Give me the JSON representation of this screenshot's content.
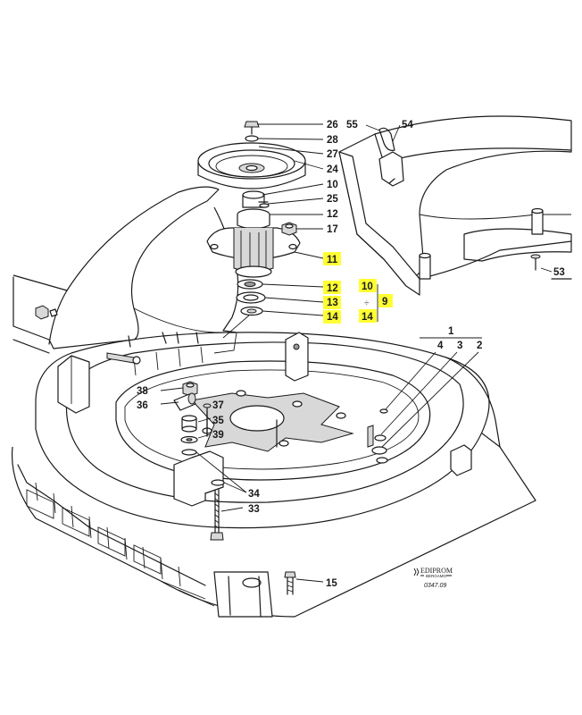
{
  "callouts": [
    {
      "id": "c26",
      "text": "26",
      "highlight": false
    },
    {
      "id": "c55",
      "text": "55",
      "highlight": false
    },
    {
      "id": "c54",
      "text": "54",
      "highlight": false
    },
    {
      "id": "c28",
      "text": "28",
      "highlight": false
    },
    {
      "id": "c27",
      "text": "27",
      "highlight": false
    },
    {
      "id": "c24",
      "text": "24",
      "highlight": false
    },
    {
      "id": "c10a",
      "text": "10",
      "highlight": false
    },
    {
      "id": "c25",
      "text": "25",
      "highlight": false
    },
    {
      "id": "c12a",
      "text": "12",
      "highlight": false
    },
    {
      "id": "c17",
      "text": "17",
      "highlight": false
    },
    {
      "id": "c11",
      "text": "11",
      "highlight": true
    },
    {
      "id": "c12b",
      "text": "12",
      "highlight": true
    },
    {
      "id": "c13",
      "text": "13",
      "highlight": true
    },
    {
      "id": "c14a",
      "text": "14",
      "highlight": true
    },
    {
      "id": "c53",
      "text": "53",
      "highlight": false
    },
    {
      "id": "c1",
      "text": "1",
      "highlight": false
    },
    {
      "id": "c4",
      "text": "4",
      "highlight": false
    },
    {
      "id": "c3",
      "text": "3",
      "highlight": false
    },
    {
      "id": "c2",
      "text": "2",
      "highlight": false
    },
    {
      "id": "c38",
      "text": "38",
      "highlight": false
    },
    {
      "id": "c36",
      "text": "36",
      "highlight": false
    },
    {
      "id": "c37",
      "text": "37",
      "highlight": false
    },
    {
      "id": "c35",
      "text": "35",
      "highlight": false
    },
    {
      "id": "c39",
      "text": "39",
      "highlight": false
    },
    {
      "id": "c34",
      "text": "34",
      "highlight": false
    },
    {
      "id": "c33",
      "text": "33",
      "highlight": false
    },
    {
      "id": "c15",
      "text": "15",
      "highlight": false
    }
  ],
  "kit": {
    "top": "10",
    "plus": "÷",
    "bottom": "14",
    "result": "9",
    "highlight": true
  },
  "brand": {
    "name": "EDIPROM",
    "sub": "BERGAMO",
    "code": "0347.09"
  },
  "colors": {
    "highlight": "#ffff33",
    "line": "#1a1a1a"
  }
}
